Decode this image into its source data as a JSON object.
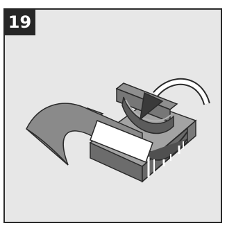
{
  "step": {
    "number": "19"
  },
  "illustration": {
    "subject": "foam-mount-with-folding-strip",
    "arrow_direction": "counterclockwise-fold",
    "colors": {
      "panel_background": "#e7e7e7",
      "frame": "#2b2b2b",
      "badge": "#262626",
      "foam_top": "#9a9a9a",
      "foam_side": "#6f6f6f",
      "strip": "#8a8a8a",
      "tape": "#ffffff",
      "arrow": "#3a3a3a"
    }
  }
}
